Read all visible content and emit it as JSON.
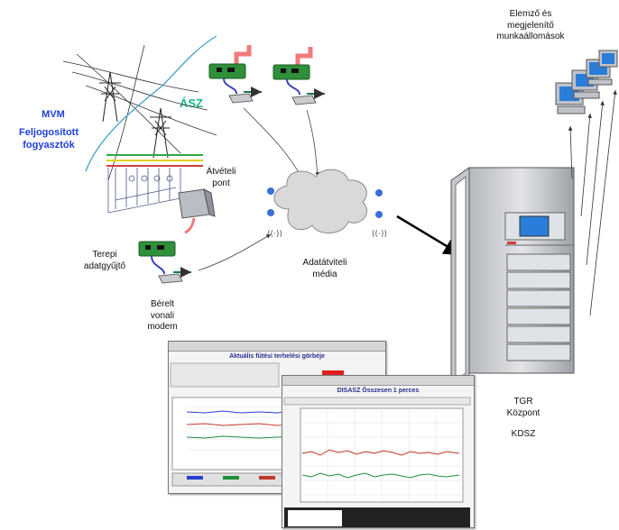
{
  "labels": {
    "mvm": "MVM",
    "feljogositott": "Feljogosított\nfogyasztók",
    "asz": "ÁSZ",
    "atveteli_pont": "Átvételi\npont",
    "terepi": "Terepi\nadatgyűjtő",
    "berelt": "Bérelt\nvonali\nmodem",
    "adatatviteli": "Adatátviteli\nmédia",
    "elemzo": "Elemző és\nmegjelenítő\nmunkaállomások",
    "tgr": "TGR\nKözpont",
    "kdsz": "KDSZ"
  },
  "windows": {
    "left_title": "Aktuális fűtési terhelési görbéje",
    "right_title": "DISASZ Összesen 1 perces"
  },
  "colors": {
    "accent_blue": "#1f3fd6",
    "accent_teal": "#19b48c",
    "cable_pink": "#f07a7a",
    "board_green": "#2f8f3a",
    "series_red": "#c0392b",
    "series_green": "#1e8f3a",
    "series_blue": "#2a3fcf"
  }
}
